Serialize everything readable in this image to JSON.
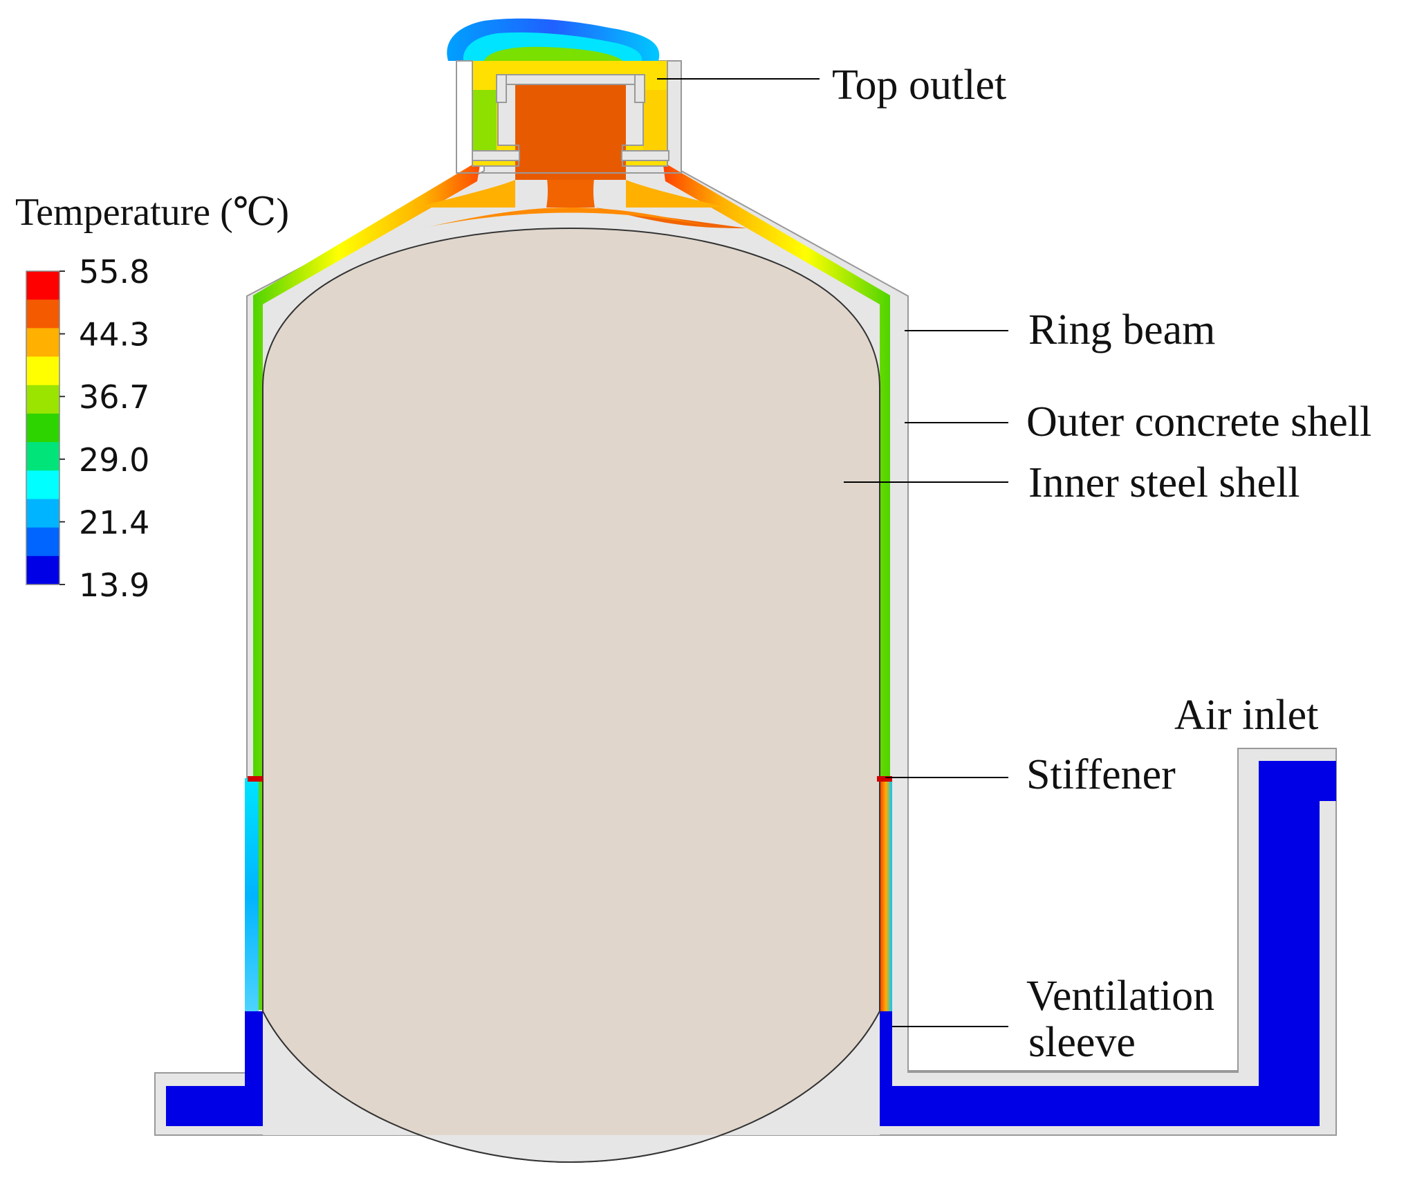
{
  "legend": {
    "title": "Temperature (℃)",
    "ticks": [
      "55.8",
      "44.3",
      "36.7",
      "29.0",
      "21.4",
      "13.9"
    ],
    "band_colors": [
      "#ff0000",
      "#f45a00",
      "#ffb000",
      "#ffff00",
      "#9be400",
      "#2ed400",
      "#00e47a",
      "#00ffff",
      "#00b4ff",
      "#0064ff",
      "#0000e6"
    ]
  },
  "labels": {
    "top_outlet": "Top outlet",
    "ring_beam": "Ring beam",
    "outer_concrete_shell": "Outer concrete shell",
    "inner_steel_shell": "Inner steel shell",
    "air_inlet": "Air inlet",
    "stiffener": "Stiffener",
    "ventilation_line1": "Ventilation",
    "ventilation_line2": "sleeve"
  },
  "colors": {
    "concrete": "#e6e6e6",
    "steel_shell": "#e0d6cc",
    "cold_air": "#0000e6",
    "hot_air": "#e85a00"
  }
}
